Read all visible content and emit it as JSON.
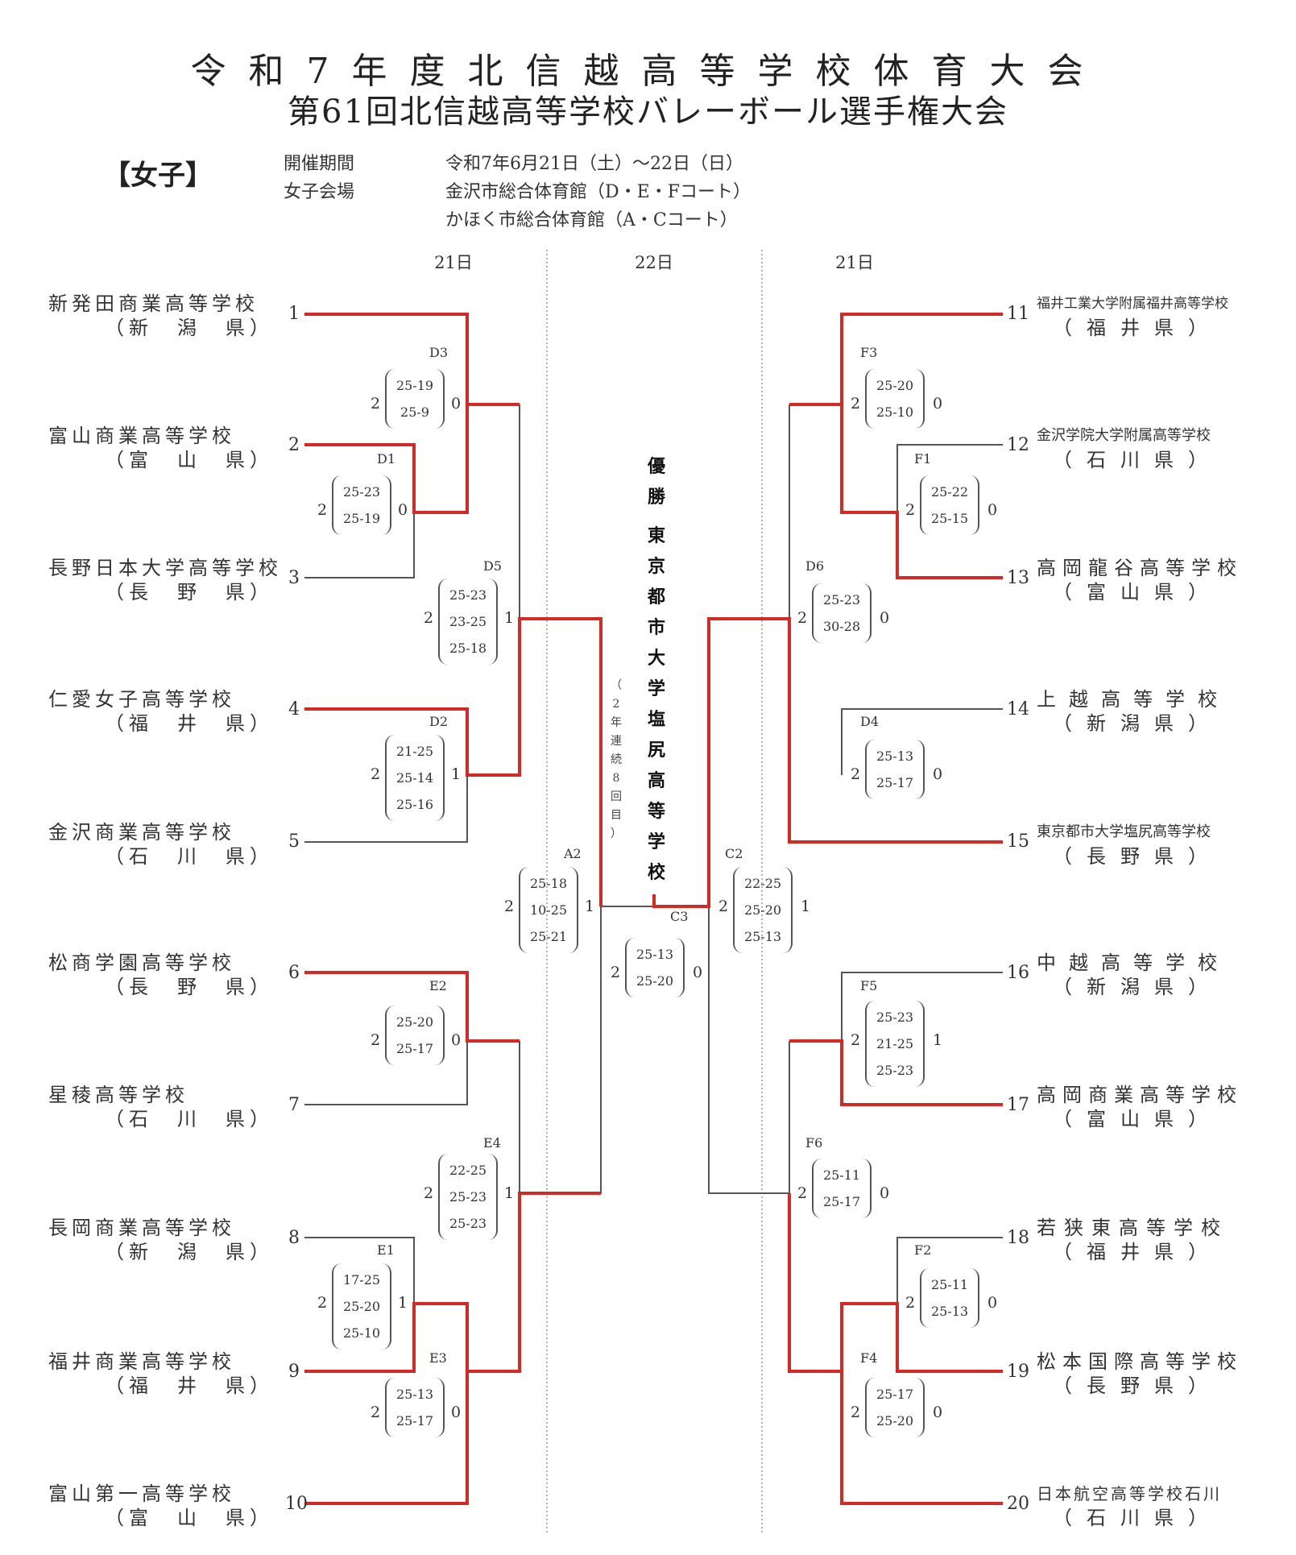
{
  "header": {
    "title1": "令和7年度北信越高等学校体育大会",
    "title2": "第61回北信越高等学校バレーボール選手権大会",
    "division": "【女子】",
    "period_label": "開催期間",
    "venue_label": "女子会場",
    "period": "令和7年6月21日（土）～22日（日）",
    "venue1": "金沢市総合体育館（D・E・Fコート）",
    "venue2": "かほく市総合体育館（A・Cコート）"
  },
  "days": {
    "left": "21日",
    "center": "22日",
    "right": "21日"
  },
  "teams": [
    {
      "no": "1",
      "name": "新発田商業高等学校",
      "pref": "（新　潟　県）"
    },
    {
      "no": "2",
      "name": "富山商業高等学校",
      "pref": "（富　山　県）"
    },
    {
      "no": "3",
      "name": "長野日本大学高等学校",
      "pref": "（長　野　県）"
    },
    {
      "no": "4",
      "name": "仁愛女子高等学校",
      "pref": "（福　井　県）"
    },
    {
      "no": "5",
      "name": "金沢商業高等学校",
      "pref": "（石　川　県）"
    },
    {
      "no": "6",
      "name": "松商学園高等学校",
      "pref": "（長　野　県）"
    },
    {
      "no": "7",
      "name": "星稜高等学校",
      "pref": "（石　川　県）"
    },
    {
      "no": "8",
      "name": "長岡商業高等学校",
      "pref": "（新　潟　県）"
    },
    {
      "no": "9",
      "name": "福井商業高等学校",
      "pref": "（福　井　県）"
    },
    {
      "no": "10",
      "name": "富山第一高等学校",
      "pref": "（富　山　県）"
    },
    {
      "no": "11",
      "name": "福井工業大学附属福井高等学校",
      "pref": "（福井県）"
    },
    {
      "no": "12",
      "name": "金沢学院大学附属高等学校",
      "pref": "（石川県）"
    },
    {
      "no": "13",
      "name": "高岡龍谷高等学校",
      "pref": "（富山県）"
    },
    {
      "no": "14",
      "name": "上越高等学校",
      "pref": "（新潟県）"
    },
    {
      "no": "15",
      "name": "東京都市大学塩尻高等学校",
      "pref": "（長野県）"
    },
    {
      "no": "16",
      "name": "中越高等学校",
      "pref": "（新潟県）"
    },
    {
      "no": "17",
      "name": "高岡商業高等学校",
      "pref": "（富山県）"
    },
    {
      "no": "18",
      "name": "若狭東高等学校",
      "pref": "（福井県）"
    },
    {
      "no": "19",
      "name": "松本国際高等学校",
      "pref": "（長野県）"
    },
    {
      "no": "20",
      "name": "日本航空高等学校石川",
      "pref": "（石川県）"
    }
  ],
  "matches": [
    {
      "code": "D1",
      "sets": [
        "25-23",
        "25-19"
      ],
      "w": "2",
      "l": "0"
    },
    {
      "code": "D3",
      "sets": [
        "25-19",
        "25-9"
      ],
      "w": "2",
      "l": "0"
    },
    {
      "code": "D2",
      "sets": [
        "21-25",
        "25-14",
        "25-16"
      ],
      "w": "2",
      "l": "1"
    },
    {
      "code": "D5",
      "sets": [
        "25-23",
        "23-25",
        "25-18"
      ],
      "w": "2",
      "l": "1"
    },
    {
      "code": "E2",
      "sets": [
        "25-20",
        "25-17"
      ],
      "w": "2",
      "l": "0"
    },
    {
      "code": "E1",
      "sets": [
        "17-25",
        "25-20",
        "25-10"
      ],
      "w": "2",
      "l": "1"
    },
    {
      "code": "E3",
      "sets": [
        "25-13",
        "25-17"
      ],
      "w": "2",
      "l": "0"
    },
    {
      "code": "E4",
      "sets": [
        "22-25",
        "25-23",
        "25-23"
      ],
      "w": "2",
      "l": "1"
    },
    {
      "code": "A2",
      "sets": [
        "25-18",
        "10-25",
        "25-21"
      ],
      "w": "2",
      "l": "1"
    },
    {
      "code": "F3",
      "sets": [
        "25-20",
        "25-10"
      ],
      "w": "2",
      "l": "0"
    },
    {
      "code": "F1",
      "sets": [
        "25-22",
        "25-15"
      ],
      "w": "2",
      "l": "0"
    },
    {
      "code": "D6",
      "sets": [
        "25-23",
        "30-28"
      ],
      "w": "2",
      "l": "0"
    },
    {
      "code": "D4",
      "sets": [
        "25-13",
        "25-17"
      ],
      "w": "2",
      "l": "0"
    },
    {
      "code": "F5",
      "sets": [
        "25-23",
        "21-25",
        "25-23"
      ],
      "w": "2",
      "l": "1"
    },
    {
      "code": "F6",
      "sets": [
        "25-11",
        "25-17"
      ],
      "w": "2",
      "l": "0"
    },
    {
      "code": "F2",
      "sets": [
        "25-11",
        "25-13"
      ],
      "w": "2",
      "l": "0"
    },
    {
      "code": "F4",
      "sets": [
        "25-17",
        "25-20"
      ],
      "w": "2",
      "l": "0"
    },
    {
      "code": "C2",
      "sets": [
        "22-25",
        "25-20",
        "25-13"
      ],
      "w": "2",
      "l": "1"
    },
    {
      "code": "C3",
      "sets": [
        "25-13",
        "25-20"
      ],
      "w": "2",
      "l": "0"
    }
  ],
  "champion": {
    "chars": [
      "優",
      "勝",
      "東",
      "京",
      "都",
      "市",
      "大",
      "学",
      "塩",
      "尻",
      "高",
      "等",
      "学",
      "校"
    ],
    "note_chars": [
      "（",
      "2",
      "年",
      "連",
      "続",
      "8",
      "回",
      "目",
      "）"
    ]
  },
  "colors": {
    "winner_line": "#d42a25",
    "loser_line": "#555555"
  }
}
